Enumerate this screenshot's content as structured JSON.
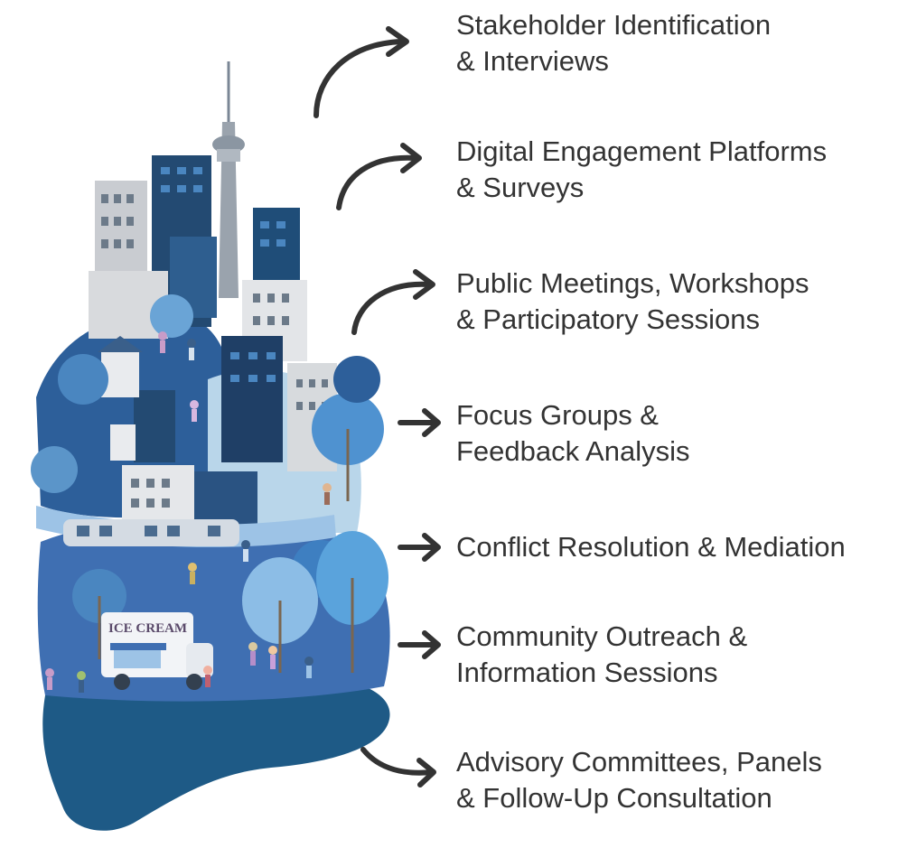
{
  "colors": {
    "text": "#333333",
    "arrow": "#333333",
    "navy": "#1f3f66",
    "deep_blue": "#2c5b8c",
    "mid_blue": "#4a86c0",
    "light_blue": "#9dc3e6",
    "pale_blue": "#cfe1f1",
    "grey": "#c9ccd1",
    "dark_grey": "#6c7a89"
  },
  "illustration": {
    "truck_sign": "ICE CREAM",
    "icon": "city-community-illustration"
  },
  "steps": [
    {
      "line1": "Stakeholder Identification",
      "line2": "& Interviews",
      "arrow": "curved-arrow-icon"
    },
    {
      "line1": "Digital Engagement Platforms",
      "line2": "& Surveys",
      "arrow": "curved-arrow-icon"
    },
    {
      "line1": "Public Meetings, Workshops",
      "line2": "& Participatory Sessions",
      "arrow": "curved-arrow-icon"
    },
    {
      "line1": "Focus Groups &",
      "line2": "Feedback Analysis",
      "arrow": "straight-arrow-icon"
    },
    {
      "line1": "Conflict Resolution & Mediation",
      "line2": "",
      "arrow": "straight-arrow-icon"
    },
    {
      "line1": "Community Outreach &",
      "line2": "Information Sessions",
      "arrow": "straight-arrow-icon"
    },
    {
      "line1": "Advisory Committees, Panels",
      "line2": "& Follow-Up Consultation",
      "arrow": "curved-down-arrow-icon"
    }
  ]
}
